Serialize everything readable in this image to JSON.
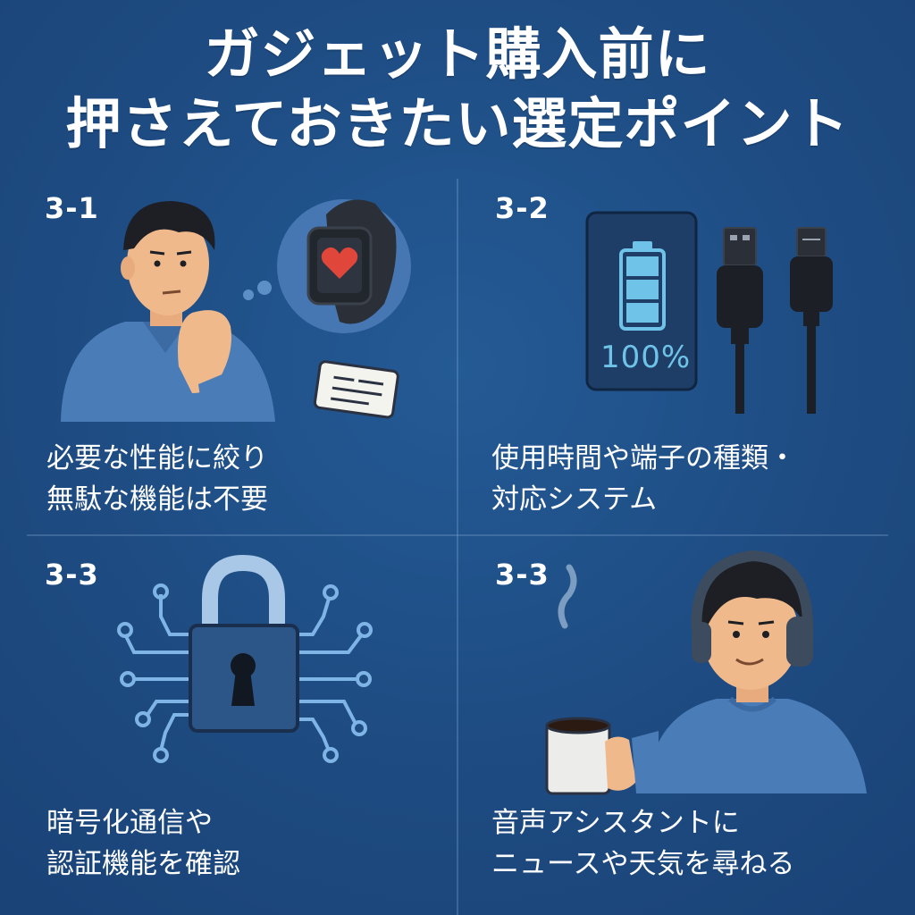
{
  "title": {
    "line1": "ガジェット購入前に",
    "line2": "押さえておきたい選定ポイント"
  },
  "sections": [
    {
      "number": "3-1",
      "caption": [
        "必要な性能に絞り",
        "無駄な機能は不要"
      ],
      "icons": [
        "thinking-man",
        "smartwatch-heart-icon",
        "spec-card-icon"
      ]
    },
    {
      "number": "3-2",
      "caption": [
        "使用時間や端子の種類・",
        "対応システム"
      ],
      "battery_level": "100%",
      "icons": [
        "battery-icon",
        "usb-a-cable-icon",
        "lightning-cable-icon"
      ]
    },
    {
      "number": "3-3",
      "caption": [
        "暗号化通信や",
        "認証機能を確認"
      ],
      "icons": [
        "padlock-circuit-icon"
      ]
    },
    {
      "number": "3-3",
      "caption": [
        "音声アシスタントに",
        "ニュースや天気を尋ねる"
      ],
      "icons": [
        "headphones-man",
        "coffee-cup-icon"
      ]
    }
  ],
  "colors": {
    "background": "#1f4f86",
    "accent_light": "#7fb4e6",
    "battery_fill": "#6fc3e8",
    "heart": "#e0463a",
    "skin": "#f0b98c",
    "shirt": "#4a7cb8"
  }
}
